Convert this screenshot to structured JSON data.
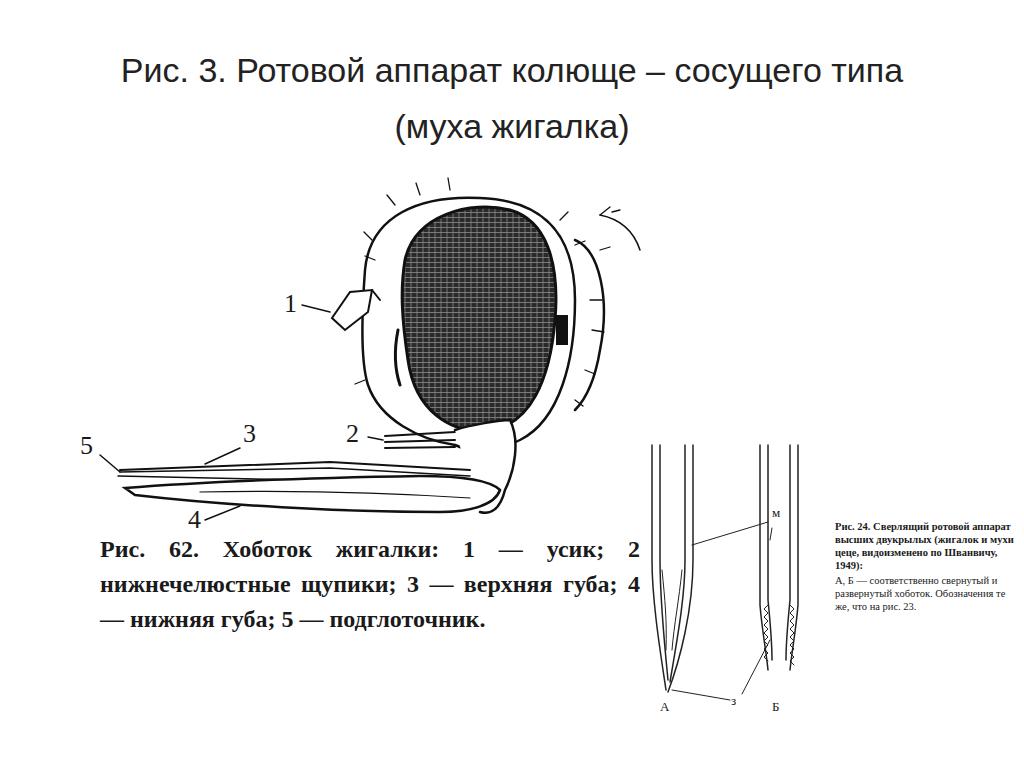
{
  "diagram": {
    "title": "Рис. 3. Ротовой аппарат колюще – сосущего типа (муха жигалка)",
    "labels": [
      "1",
      "2",
      "3",
      "4",
      "5",
      "Рис. 62. Хоботок жигалки: 1 — усик; 2 нижнечелюстные щупики; 3 — верхняя губа; 4 — нижняя губа; 5 — подглоточник.",
      "м",
      "з",
      "А",
      "Б",
      "Рис. 24. Сверлящий ротовой аппарат высших двукрылых (жигалок и мухи цеце, видоизменено по Шванвичу, 1949):",
      "А, Б — соответственно свернутый и развернутый хоботок. Обозначения те же, что на рис. 23."
    ]
  }
}
